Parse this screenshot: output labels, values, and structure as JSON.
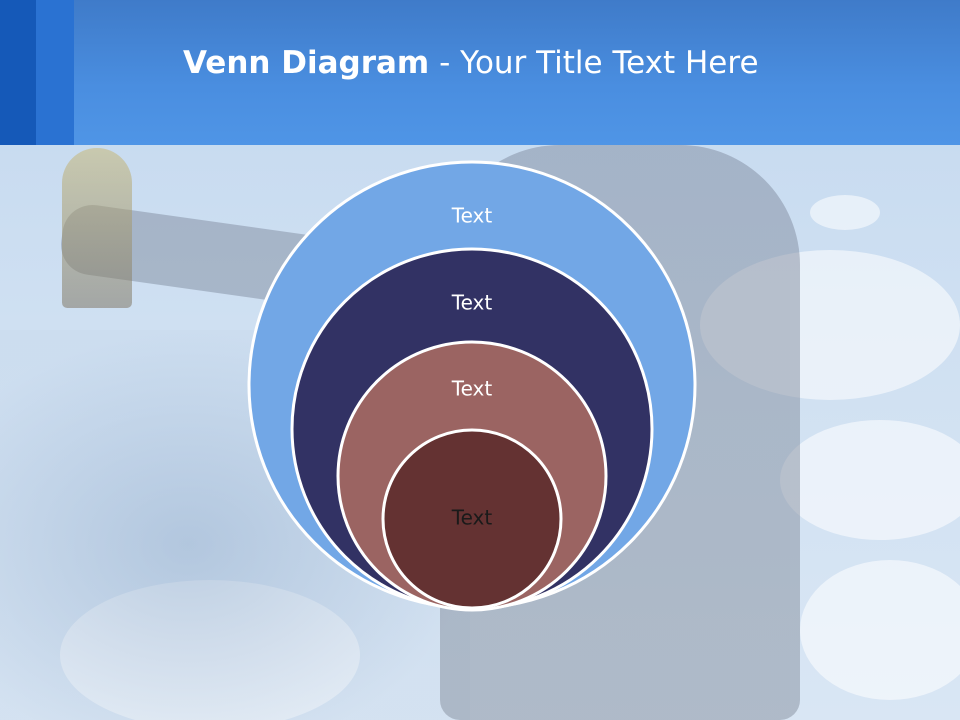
{
  "slide": {
    "title_bold": "Venn Diagram",
    "title_rest": " - Your Title Text Here"
  },
  "diagram": {
    "circles": [
      {
        "label": "Text",
        "color": "#72a7e6"
      },
      {
        "label": "Text",
        "color": "#323264"
      },
      {
        "label": "Text",
        "color": "#9b6462"
      },
      {
        "label": "Text",
        "color": "#643232"
      }
    ],
    "outline_color": "#ffffff"
  }
}
